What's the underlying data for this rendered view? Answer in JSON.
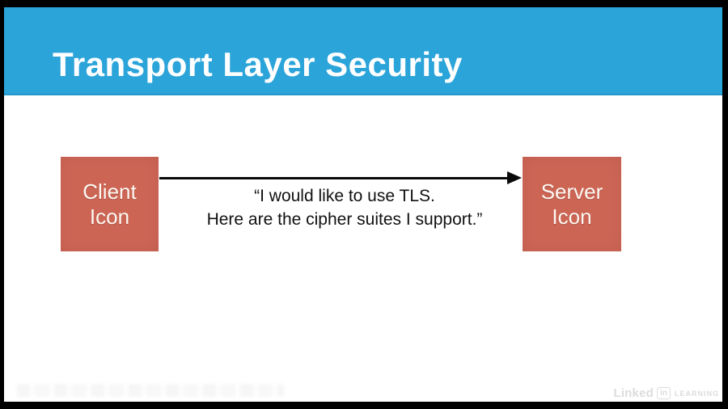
{
  "slide": {
    "title": "Transport Layer Security",
    "nodes": {
      "client": {
        "line1": "Client",
        "line2": "Icon"
      },
      "server": {
        "line1": "Server",
        "line2": "Icon"
      }
    },
    "message": {
      "line1": "“I would like to use TLS.",
      "line2": "Here are the cipher suites I support.”"
    }
  },
  "branding": {
    "wordmark": "Linked",
    "badge": "in",
    "program": "LEARNING"
  },
  "colors": {
    "accent_blue": "#2BA4DA",
    "node_red": "#CD6555",
    "arrow_black": "#0A0A0A",
    "logo_gray": "#DCDCDC"
  }
}
